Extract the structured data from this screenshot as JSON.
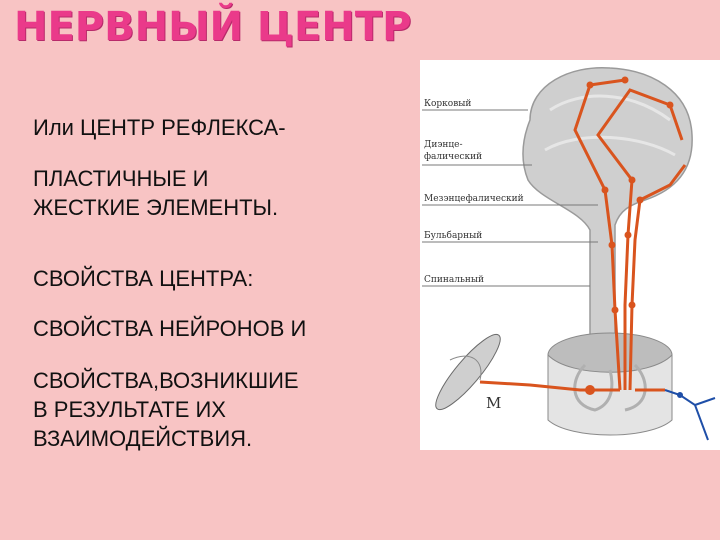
{
  "slide": {
    "title": "НЕРВНЫЙ ЦЕНТР",
    "lines": [
      "Или ЦЕНТР РЕФЛЕКСА-",
      "ПЛАСТИЧНЫЕ И\nЖЕСТКИЕ ЭЛЕМЕНТЫ.",
      "СВОЙСТВА ЦЕНТРА:",
      "СВОЙСТВА НЕЙРОНОВ И",
      "СВОЙСТВА,ВОЗНИКШИЕ\nВ РЕЗУЛЬТАТЕ ИХ\nВЗАИМОДЕЙСТВИЯ."
    ]
  },
  "figure": {
    "labels": {
      "cortical": "Корковый",
      "diencephalic_1": "Диэнце-",
      "diencephalic_2": "фалический",
      "mesencephalic": "Мезэнцефалический",
      "bulbar": "Бульбарный",
      "spinal": "Спинальный",
      "muscle": "М"
    },
    "colors": {
      "pathway": "#d9541e",
      "afferent": "#1f4fa8",
      "brain": "#cfcfcf"
    }
  }
}
